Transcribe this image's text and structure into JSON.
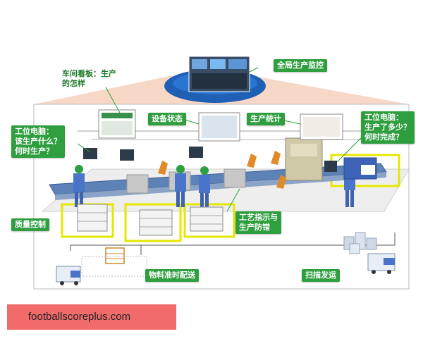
{
  "labels": {
    "global_monitor": "全局生产监控",
    "workshop_board": "车间看板：生产\n的怎样",
    "device_status": "设备状态",
    "production_stats": "生产统计",
    "station_pc_left": "工位电脑：\n该生产什么？\n何时生产？",
    "station_pc_right": "工位电脑：\n生产了多少？\n何时完成？",
    "quality_control": "质量控制",
    "process_guide": "工艺指示与\n生产防错",
    "material_delivery": "物料准时配送",
    "scan_ship": "扫描发运"
  },
  "footer": {
    "site": "footballscoreplus.com"
  },
  "colors": {
    "label_bg": "#2e9e3e",
    "floor_border": "#e6e600",
    "roof": "#f5c8b0",
    "monitor_dome": "#1f5fb4",
    "banner": "#f26b6b"
  }
}
